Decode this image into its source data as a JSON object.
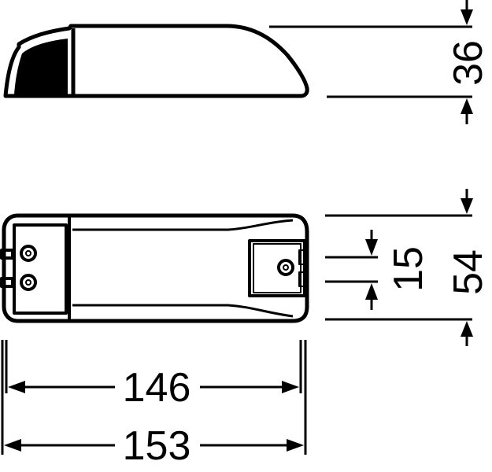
{
  "drawing": {
    "type": "dimensioned technical drawing",
    "units": "mm",
    "colors": {
      "line": "#000000",
      "background": "#ffffff"
    },
    "views": {
      "side_view": {
        "label": "side-elevation"
      },
      "top_view": {
        "label": "plan-view"
      }
    },
    "dimensions": {
      "height": "36",
      "width": "54",
      "terminal_spacing": "15",
      "mounting_length": "146",
      "overall_length": "153"
    }
  }
}
